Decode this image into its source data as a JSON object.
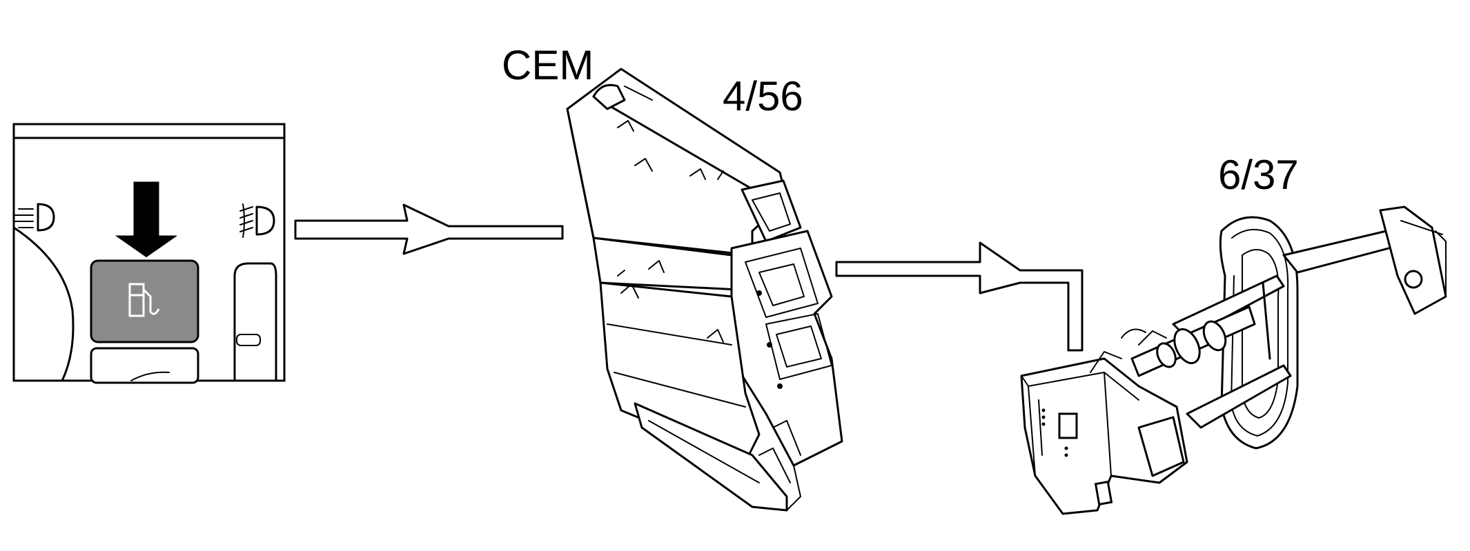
{
  "labels": {
    "cem": "CEM",
    "cem_number": "4/56",
    "actuator_number": "6/37"
  }
}
